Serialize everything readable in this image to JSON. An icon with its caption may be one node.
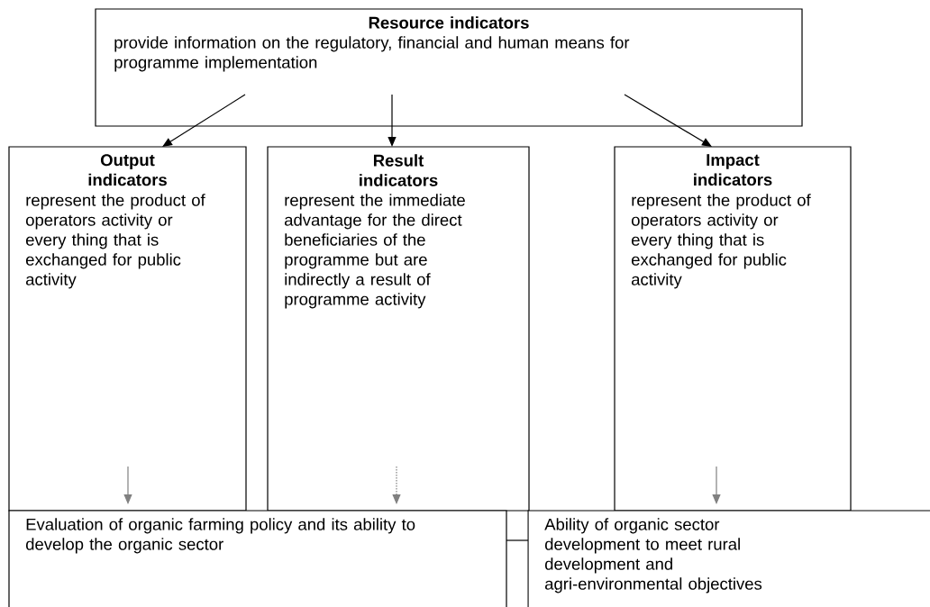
{
  "diagram": {
    "nodes": [
      {
        "text": [
          "Resource indicators",
          "provide information on the regulatory, financial and human means for programme implementation"
        ]
      },
      {
        "text": [
          "Output indicators",
          "represent the product of operators activity or every thing that is exchanged for public activity"
        ]
      },
      {
        "text": [
          "Result indicators",
          "represent the immediate advantage for the direct beneficiaries of the programme but are indirectly a result of programme activity"
        ]
      },
      {
        "text": [
          "Impact indicators",
          "represent the product of operators activity or every thing that is exchanged for public activity"
        ]
      },
      {
        "text": [
          "Evaluation of organic farming policy and its ability to develop the organic sector"
        ]
      },
      {
        "text": [
          "Ability of organic sector development to meet rural development and agri-environmental objectives"
        ]
      }
    ],
    "edges": [
      {
        "from": 0,
        "to": 1,
        "arrow": "to"
      },
      {
        "from": 0,
        "to": 2,
        "arrow": "to"
      },
      {
        "from": 0,
        "to": 3,
        "arrow": "to"
      },
      {
        "from": 1,
        "to": 4,
        "arrow": "to",
        "color": "#808080"
      },
      {
        "from": 2,
        "to": 4,
        "arrow": "to",
        "style": "dashed",
        "color": "#808080"
      },
      {
        "from": 3,
        "to": 5,
        "arrow": "to",
        "color": "#808080"
      },
      {
        "from": 4,
        "to": 5,
        "arrow": "none"
      }
    ]
  }
}
